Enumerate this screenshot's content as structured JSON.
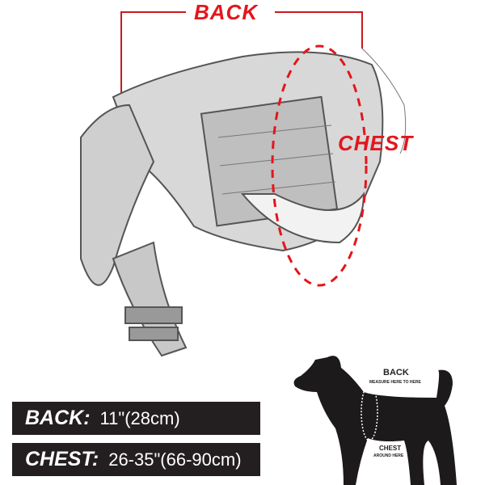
{
  "diagram": {
    "back_label": "BACK",
    "chest_label": "CHEST"
  },
  "measurements": {
    "back": {
      "label": "BACK:",
      "value": "11\"(28cm)"
    },
    "chest": {
      "label": "CHEST:",
      "value": "26-35\"(66-90cm)"
    }
  },
  "dog_guide": {
    "back_title": "BACK",
    "back_note": "MEASURE HERE TO HERE",
    "chest_title": "CHEST",
    "chest_note": "AROUND HERE"
  },
  "colors": {
    "accent": "#e3161c",
    "bar": "#231f20"
  }
}
